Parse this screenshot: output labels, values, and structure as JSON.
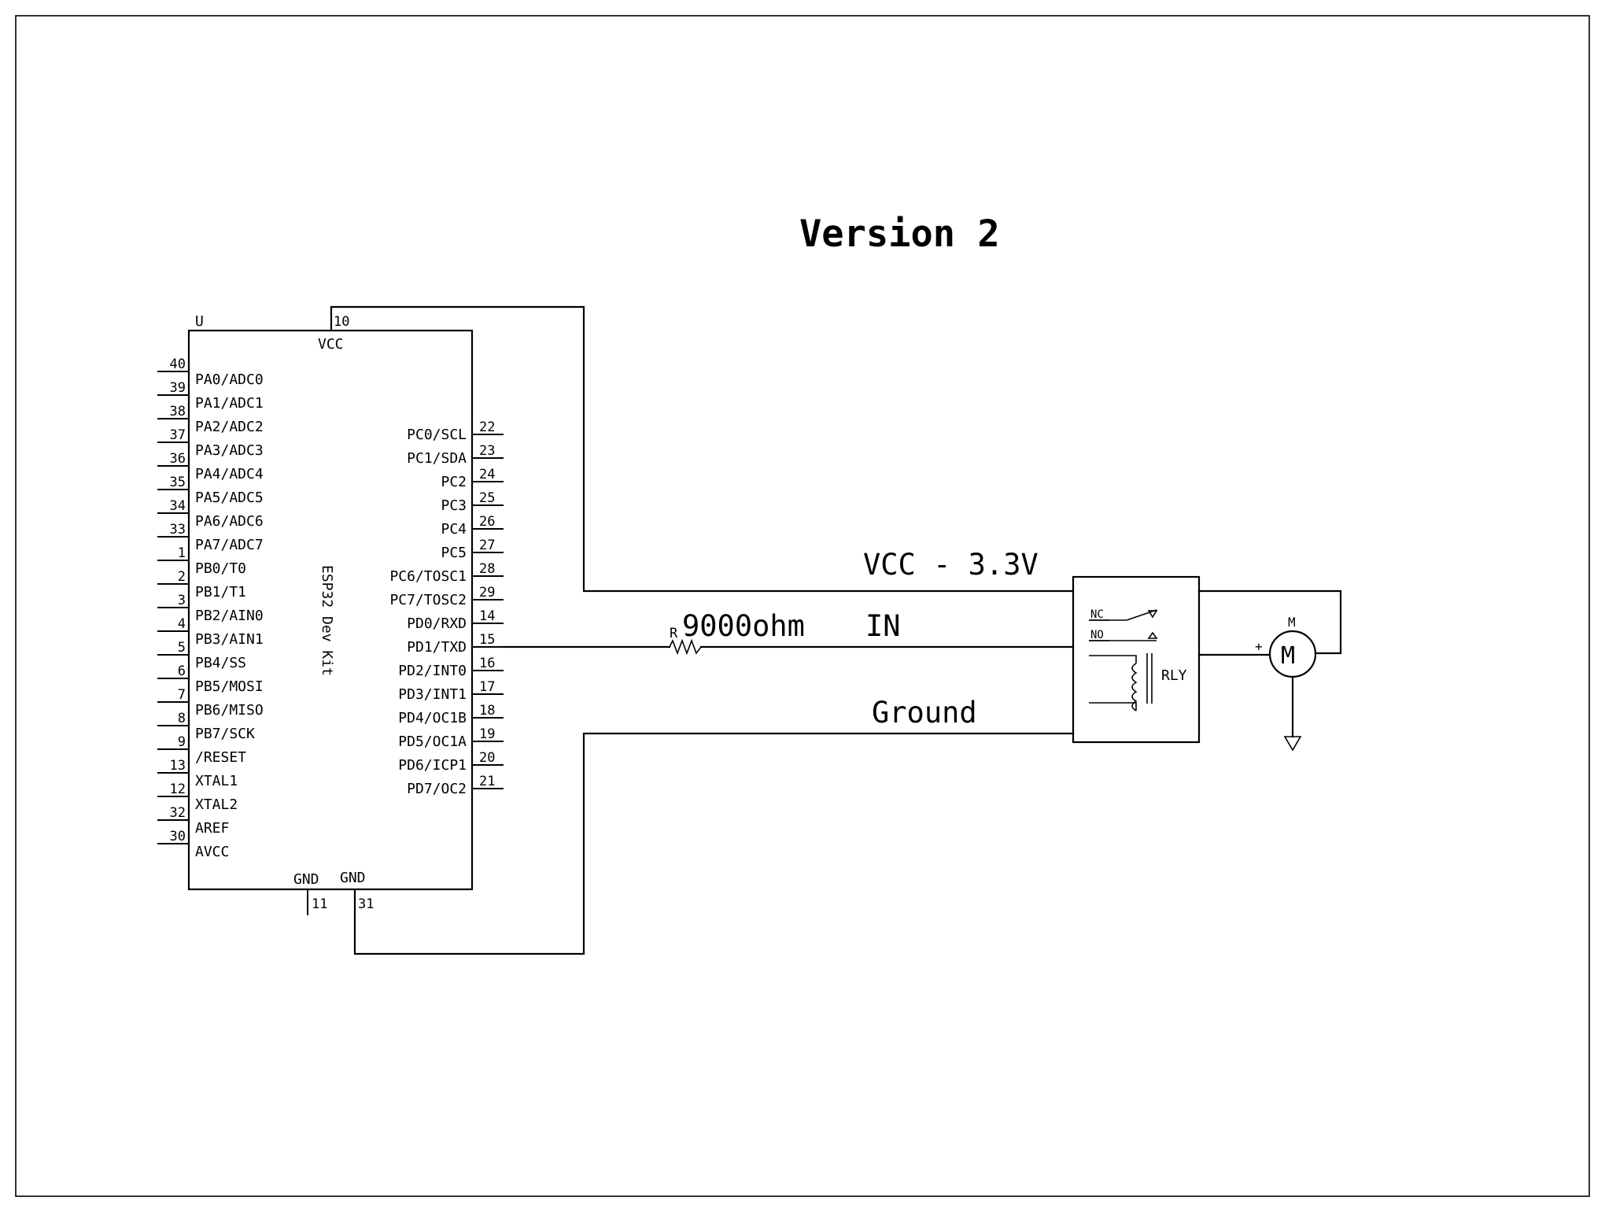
{
  "title": "Version 2",
  "mcu": {
    "ref": "U",
    "name": "ESP32 Dev Kit",
    "vcc_label": "VCC",
    "vcc_pin": "10",
    "gnd_label_1": "GND",
    "gnd_pin_1": "11",
    "gnd_label_2": "GND",
    "gnd_pin_2": "31",
    "left_pins": [
      {
        "num": "40",
        "name": "PA0/ADC0"
      },
      {
        "num": "39",
        "name": "PA1/ADC1"
      },
      {
        "num": "38",
        "name": "PA2/ADC2"
      },
      {
        "num": "37",
        "name": "PA3/ADC3"
      },
      {
        "num": "36",
        "name": "PA4/ADC4"
      },
      {
        "num": "35",
        "name": "PA5/ADC5"
      },
      {
        "num": "34",
        "name": "PA6/ADC6"
      },
      {
        "num": "33",
        "name": "PA7/ADC7"
      },
      {
        "num": "1",
        "name": "PB0/T0"
      },
      {
        "num": "2",
        "name": "PB1/T1"
      },
      {
        "num": "3",
        "name": "PB2/AIN0"
      },
      {
        "num": "4",
        "name": "PB3/AIN1"
      },
      {
        "num": "5",
        "name": "PB4/SS"
      },
      {
        "num": "6",
        "name": "PB5/MOSI"
      },
      {
        "num": "7",
        "name": "PB6/MISO"
      },
      {
        "num": "8",
        "name": "PB7/SCK"
      },
      {
        "num": "9",
        "name": "/RESET"
      },
      {
        "num": "13",
        "name": "XTAL1"
      },
      {
        "num": "12",
        "name": "XTAL2"
      },
      {
        "num": "32",
        "name": "AREF"
      },
      {
        "num": "30",
        "name": "AVCC"
      }
    ],
    "right_pins": [
      {
        "num": "22",
        "name": "PC0/SCL"
      },
      {
        "num": "23",
        "name": "PC1/SDA"
      },
      {
        "num": "24",
        "name": "PC2"
      },
      {
        "num": "25",
        "name": "PC3"
      },
      {
        "num": "26",
        "name": "PC4"
      },
      {
        "num": "27",
        "name": "PC5"
      },
      {
        "num": "28",
        "name": "PC6/TOSC1"
      },
      {
        "num": "29",
        "name": "PC7/TOSC2"
      },
      {
        "num": "14",
        "name": "PD0/RXD"
      },
      {
        "num": "15",
        "name": "PD1/TXD"
      },
      {
        "num": "16",
        "name": "PD2/INT0"
      },
      {
        "num": "17",
        "name": "PD3/INT1"
      },
      {
        "num": "18",
        "name": "PD4/OC1B"
      },
      {
        "num": "19",
        "name": "PD5/OC1A"
      },
      {
        "num": "20",
        "name": "PD6/ICP1"
      },
      {
        "num": "21",
        "name": "PD7/OC2"
      }
    ]
  },
  "resistor": {
    "ref": "R",
    "value": "9000ohm"
  },
  "nets": {
    "vcc": "VCC - 3.3V",
    "in": "IN",
    "ground": "Ground"
  },
  "relay": {
    "ref": "RLY",
    "nc": "NC",
    "no": "NO"
  },
  "motor": {
    "ref": "M",
    "symbol": "M",
    "plus": "+"
  }
}
